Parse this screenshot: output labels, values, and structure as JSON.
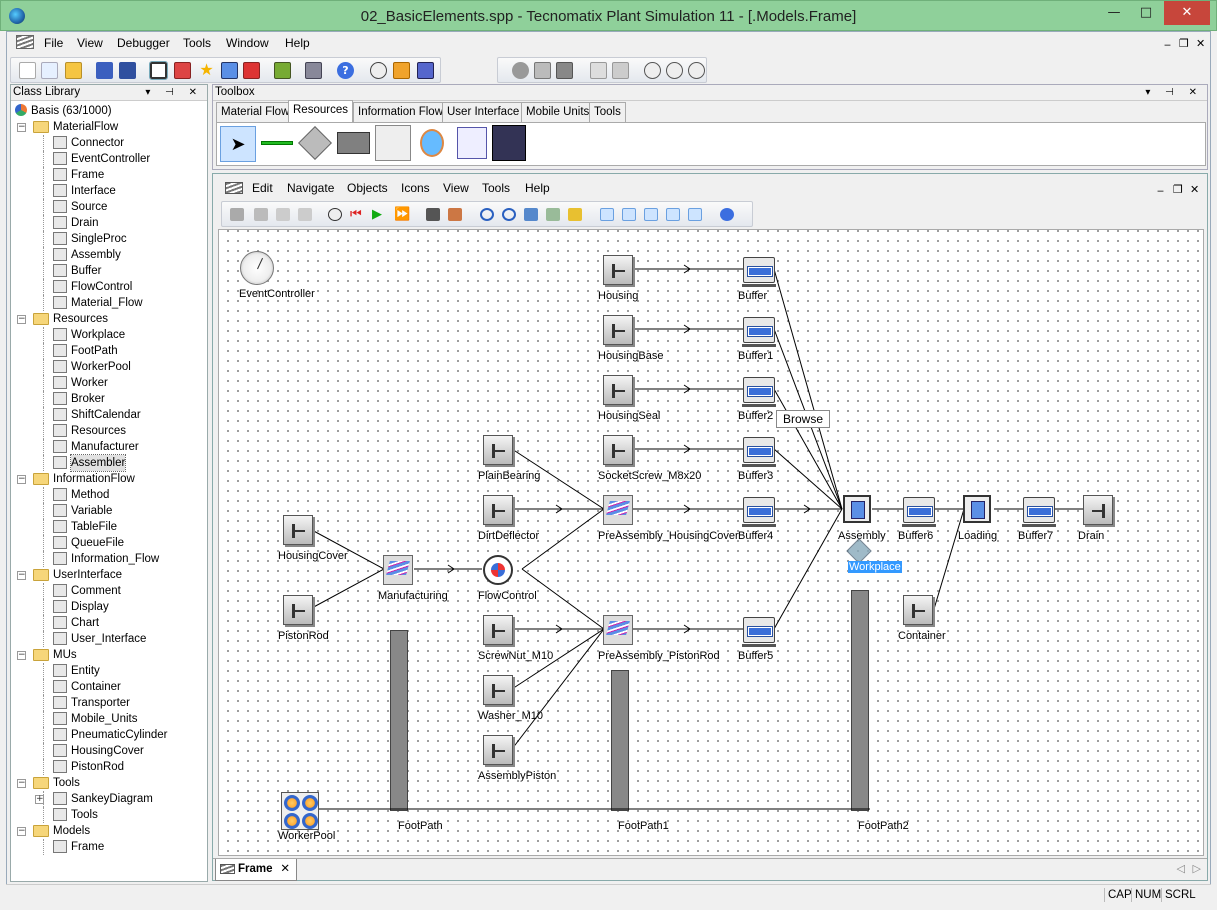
{
  "window": {
    "title": "02_BasicElements.spp - Tecnomatix Plant Simulation 11 - [.Models.Frame]",
    "min": "—",
    "max": "□",
    "close": "✕"
  },
  "menubar": [
    "File",
    "View",
    "Debugger",
    "Tools",
    "Window",
    "Help"
  ],
  "mdi_controls": {
    "min": "‒",
    "restore": "❐",
    "close": "✕"
  },
  "class_library": {
    "title": "Class Library",
    "root": "Basis (63/1000)",
    "tree": [
      {
        "label": "MaterialFlow",
        "kind": "folder",
        "level": 0
      },
      {
        "label": "Connector",
        "icon": "connector-icon",
        "level": 1
      },
      {
        "label": "EventController",
        "icon": "clock-icon",
        "level": 1
      },
      {
        "label": "Frame",
        "icon": "frame-icon",
        "level": 1
      },
      {
        "label": "Interface",
        "icon": "interface-icon",
        "level": 1
      },
      {
        "label": "Source",
        "icon": "source-icon",
        "level": 1
      },
      {
        "label": "Drain",
        "icon": "drain-icon",
        "level": 1
      },
      {
        "label": "SingleProc",
        "icon": "singleproc-icon",
        "level": 1
      },
      {
        "label": "Assembly",
        "icon": "assembly-icon",
        "level": 1
      },
      {
        "label": "Buffer",
        "icon": "buffer-icon",
        "level": 1
      },
      {
        "label": "FlowControl",
        "icon": "flowcontrol-icon",
        "level": 1
      },
      {
        "label": "Material_Flow",
        "icon": "toolbar-icon",
        "level": 1
      },
      {
        "label": "Resources",
        "kind": "folder",
        "level": 0
      },
      {
        "label": "Workplace",
        "icon": "workplace-icon",
        "level": 1
      },
      {
        "label": "FootPath",
        "icon": "footpath-icon",
        "level": 1
      },
      {
        "label": "WorkerPool",
        "icon": "workerpool-icon",
        "level": 1
      },
      {
        "label": "Worker",
        "icon": "worker-icon",
        "level": 1
      },
      {
        "label": "Broker",
        "icon": "broker-icon",
        "level": 1
      },
      {
        "label": "ShiftCalendar",
        "icon": "calendar-icon",
        "level": 1
      },
      {
        "label": "Resources",
        "icon": "toolbar-icon",
        "level": 1
      },
      {
        "label": "Manufacturer",
        "icon": "manufacturer-icon",
        "level": 1
      },
      {
        "label": "Assembler",
        "icon": "assembler-icon",
        "level": 1,
        "selected": true
      },
      {
        "label": "InformationFlow",
        "kind": "folder",
        "level": 0
      },
      {
        "label": "Method",
        "icon": "method-icon",
        "level": 1
      },
      {
        "label": "Variable",
        "icon": "variable-icon",
        "level": 1
      },
      {
        "label": "TableFile",
        "icon": "table-icon",
        "level": 1
      },
      {
        "label": "QueueFile",
        "icon": "queue-icon",
        "level": 1
      },
      {
        "label": "Information_Flow",
        "icon": "toolbar-icon",
        "level": 1
      },
      {
        "label": "UserInterface",
        "kind": "folder",
        "level": 0
      },
      {
        "label": "Comment",
        "icon": "comment-icon",
        "level": 1
      },
      {
        "label": "Display",
        "icon": "display-icon",
        "level": 1
      },
      {
        "label": "Chart",
        "icon": "chart-icon",
        "level": 1
      },
      {
        "label": "User_Interface",
        "icon": "toolbar-icon",
        "level": 1
      },
      {
        "label": "MUs",
        "kind": "folder",
        "level": 0
      },
      {
        "label": "Entity",
        "icon": "entity-icon",
        "level": 1
      },
      {
        "label": "Container",
        "icon": "container-icon",
        "level": 1
      },
      {
        "label": "Transporter",
        "icon": "transporter-icon",
        "level": 1
      },
      {
        "label": "Mobile_Units",
        "icon": "toolbar-icon",
        "level": 1
      },
      {
        "label": "PneumaticCylinder",
        "icon": "entity-icon",
        "level": 1
      },
      {
        "label": "HousingCover",
        "icon": "entity-icon",
        "level": 1
      },
      {
        "label": "PistonRod",
        "icon": "entity-icon",
        "level": 1
      },
      {
        "label": "Tools",
        "kind": "folder",
        "level": 0
      },
      {
        "label": "SankeyDiagram",
        "icon": "sankey-icon",
        "level": 1,
        "expandable": true
      },
      {
        "label": "Tools",
        "icon": "toolbar-icon",
        "level": 1
      },
      {
        "label": "Models",
        "kind": "folder",
        "level": 0
      },
      {
        "label": "Frame",
        "icon": "frame-icon",
        "level": 1
      }
    ]
  },
  "toolbox": {
    "title": "Toolbox",
    "tabs": [
      "Material Flow",
      "Resources",
      "Information Flow",
      "User Interface",
      "Mobile Units",
      "Tools"
    ],
    "active_tab": "Resources"
  },
  "frame_window": {
    "menu": [
      "Edit",
      "Navigate",
      "Objects",
      "Icons",
      "View",
      "Tools",
      "Help"
    ]
  },
  "model": {
    "event_controller": "EventController",
    "sources": [
      "Housing",
      "HousingBase",
      "HousingSeal",
      "SocketScrew_M8x20",
      "PlainBearing",
      "DirtDeflector",
      "HousingCover",
      "PistonRod",
      "ScrewNut_M10",
      "Washer_M10",
      "AssemblyPiston",
      "Container"
    ],
    "buffers": [
      "Buffer",
      "Buffer1",
      "Buffer2",
      "Buffer3",
      "Buffer4",
      "Buffer5",
      "Buffer6",
      "Buffer7"
    ],
    "stations": {
      "manufacturing": "Manufacturing",
      "flowcontrol": "FlowControl",
      "pre_housing": "PreAssembly_HousingCover",
      "pre_piston": "PreAssembly_PistonRod",
      "assembly": "Assembly",
      "loading": "Loading",
      "drain": "Drain",
      "workplace": "Workplace"
    },
    "footpaths": [
      "FootPath",
      "FootPath1",
      "FootPath2"
    ],
    "workerpool": "WorkerPool",
    "tooltip": "Browse"
  },
  "bottom_tab": {
    "label": "Frame",
    "close": "✕",
    "nav_left": "◁",
    "nav_right": "▷"
  },
  "status": [
    "CAP",
    "NUM",
    "SCRL"
  ],
  "colors": {
    "titlebar": "#8fd09a",
    "close": "#c7463b",
    "selection": "#3399ff",
    "grid_dot": "#8a8a8a"
  }
}
